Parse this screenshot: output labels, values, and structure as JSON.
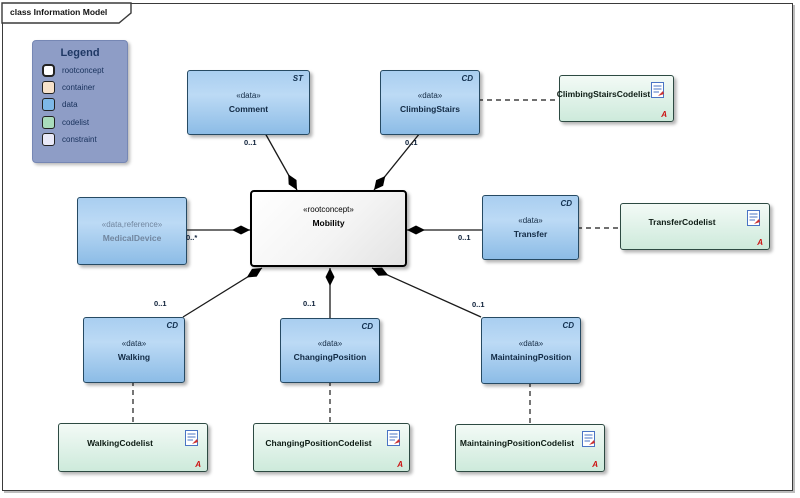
{
  "frame": {
    "title": "class Information Model"
  },
  "legend": {
    "title": "Legend",
    "items": [
      {
        "label": "rootconcept",
        "color": "#ffffff"
      },
      {
        "label": "container",
        "color": "#f7e2cb"
      },
      {
        "label": "data",
        "color": "#7db8e8"
      },
      {
        "label": "codelist",
        "color": "#a9dcbc"
      },
      {
        "label": "constraint",
        "color": "#e9e9f8"
      }
    ]
  },
  "nodes": {
    "mobility": {
      "stereotype": "«rootconcept»",
      "name": "Mobility"
    },
    "comment": {
      "stereotype": "«data»",
      "name": "Comment",
      "badge": "ST"
    },
    "climbingStairs": {
      "stereotype": "«data»",
      "name": "ClimbingStairs",
      "badge": "CD"
    },
    "medicalDevice": {
      "stereotype": "«data,reference»",
      "name": "MedicalDevice"
    },
    "transfer": {
      "stereotype": "«data»",
      "name": "Transfer",
      "badge": "CD"
    },
    "walking": {
      "stereotype": "«data»",
      "name": "Walking",
      "badge": "CD"
    },
    "changingPosition": {
      "stereotype": "«data»",
      "name": "ChangingPosition",
      "badge": "CD"
    },
    "maintainingPosition": {
      "stereotype": "«data»",
      "name": "MaintainingPosition",
      "badge": "CD"
    }
  },
  "codelists": {
    "climbingStairs": {
      "name": "ClimbingStairsCodelist",
      "indicator": "A"
    },
    "transfer": {
      "name": "TransferCodelist",
      "indicator": "A"
    },
    "walking": {
      "name": "WalkingCodelist",
      "indicator": "A"
    },
    "changingPosition": {
      "name": "ChangingPositionCodelist",
      "indicator": "A"
    },
    "maintainingPosition": {
      "name": "MaintainingPositionCodelist",
      "indicator": "A"
    }
  },
  "multiplicities": {
    "comment": "0..1",
    "climbingStairs": "0..1",
    "medicalDevice": "0..*",
    "transfer": "0..1",
    "walking": "0..1",
    "changingPosition": "0..1",
    "maintainingPosition": "0..1"
  },
  "colors": {
    "data_fill": "#9ec9ee",
    "codelist_fill": "#d8efe2",
    "legend_bg": "#8e9dc6",
    "line": "#1a1a1a",
    "indicator_red": "#cc1111"
  }
}
